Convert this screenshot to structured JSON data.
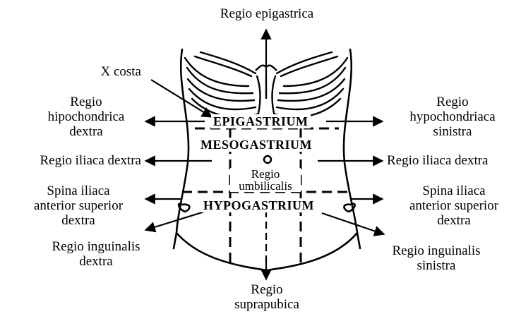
{
  "labels": {
    "epigastrica": "Regio epigastrica",
    "x_costa": "X costa",
    "hipochondrica_dextra": "Regio\nhipochondrica\ndextra",
    "hypochondriaca_sinistra": "Regio\nhypochondriaca\nsinistra",
    "iliaca_left": "Regio iliaca dextra",
    "iliaca_right": "Regio iliaca dextra",
    "spina_left": "Spina iliaca\nanterior superior\ndextra",
    "spina_right": "Spina iliaca\nanterior superior\ndextra",
    "inguinalis_dextra": "Regio inguinalis\ndextra",
    "inguinalis_sinistra": "Regio inguinalis\nsinistra",
    "suprapubica": "Regio\nsuprapubica",
    "umbilicalis": "Regio\numbilicalis"
  },
  "zones": {
    "epigastrium": "EPIGASTRIUM",
    "mesogastrium": "MESOGASTRIUM",
    "hypogastrium": "HYPOGASTRIUM"
  }
}
